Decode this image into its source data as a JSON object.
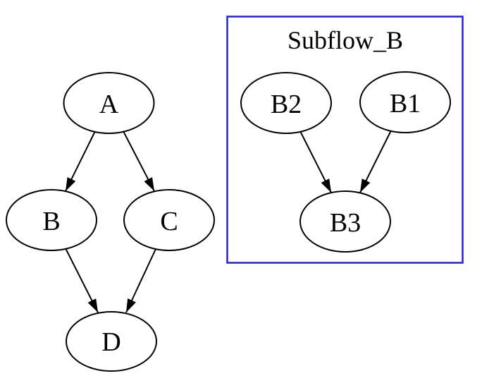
{
  "diagram": {
    "type": "directed-graph",
    "background_color": "#ffffff",
    "node_shape": "ellipse",
    "node_fill": "#ffffff",
    "node_stroke_color": "#000000",
    "edge_color": "#000000",
    "nodes": {
      "A": {
        "label": "A"
      },
      "B": {
        "label": "B"
      },
      "C": {
        "label": "C"
      },
      "D": {
        "label": "D"
      },
      "B2": {
        "label": "B2"
      },
      "B1": {
        "label": "B1"
      },
      "B3": {
        "label": "B3"
      }
    },
    "cluster": {
      "title": "Subflow_B",
      "border_color": "#2222dd",
      "members": [
        "B2",
        "B1",
        "B3"
      ]
    },
    "edges": [
      {
        "from": "A",
        "to": "B"
      },
      {
        "from": "A",
        "to": "C"
      },
      {
        "from": "B",
        "to": "D"
      },
      {
        "from": "C",
        "to": "D"
      },
      {
        "from": "B2",
        "to": "B3"
      },
      {
        "from": "B1",
        "to": "B3"
      }
    ]
  }
}
